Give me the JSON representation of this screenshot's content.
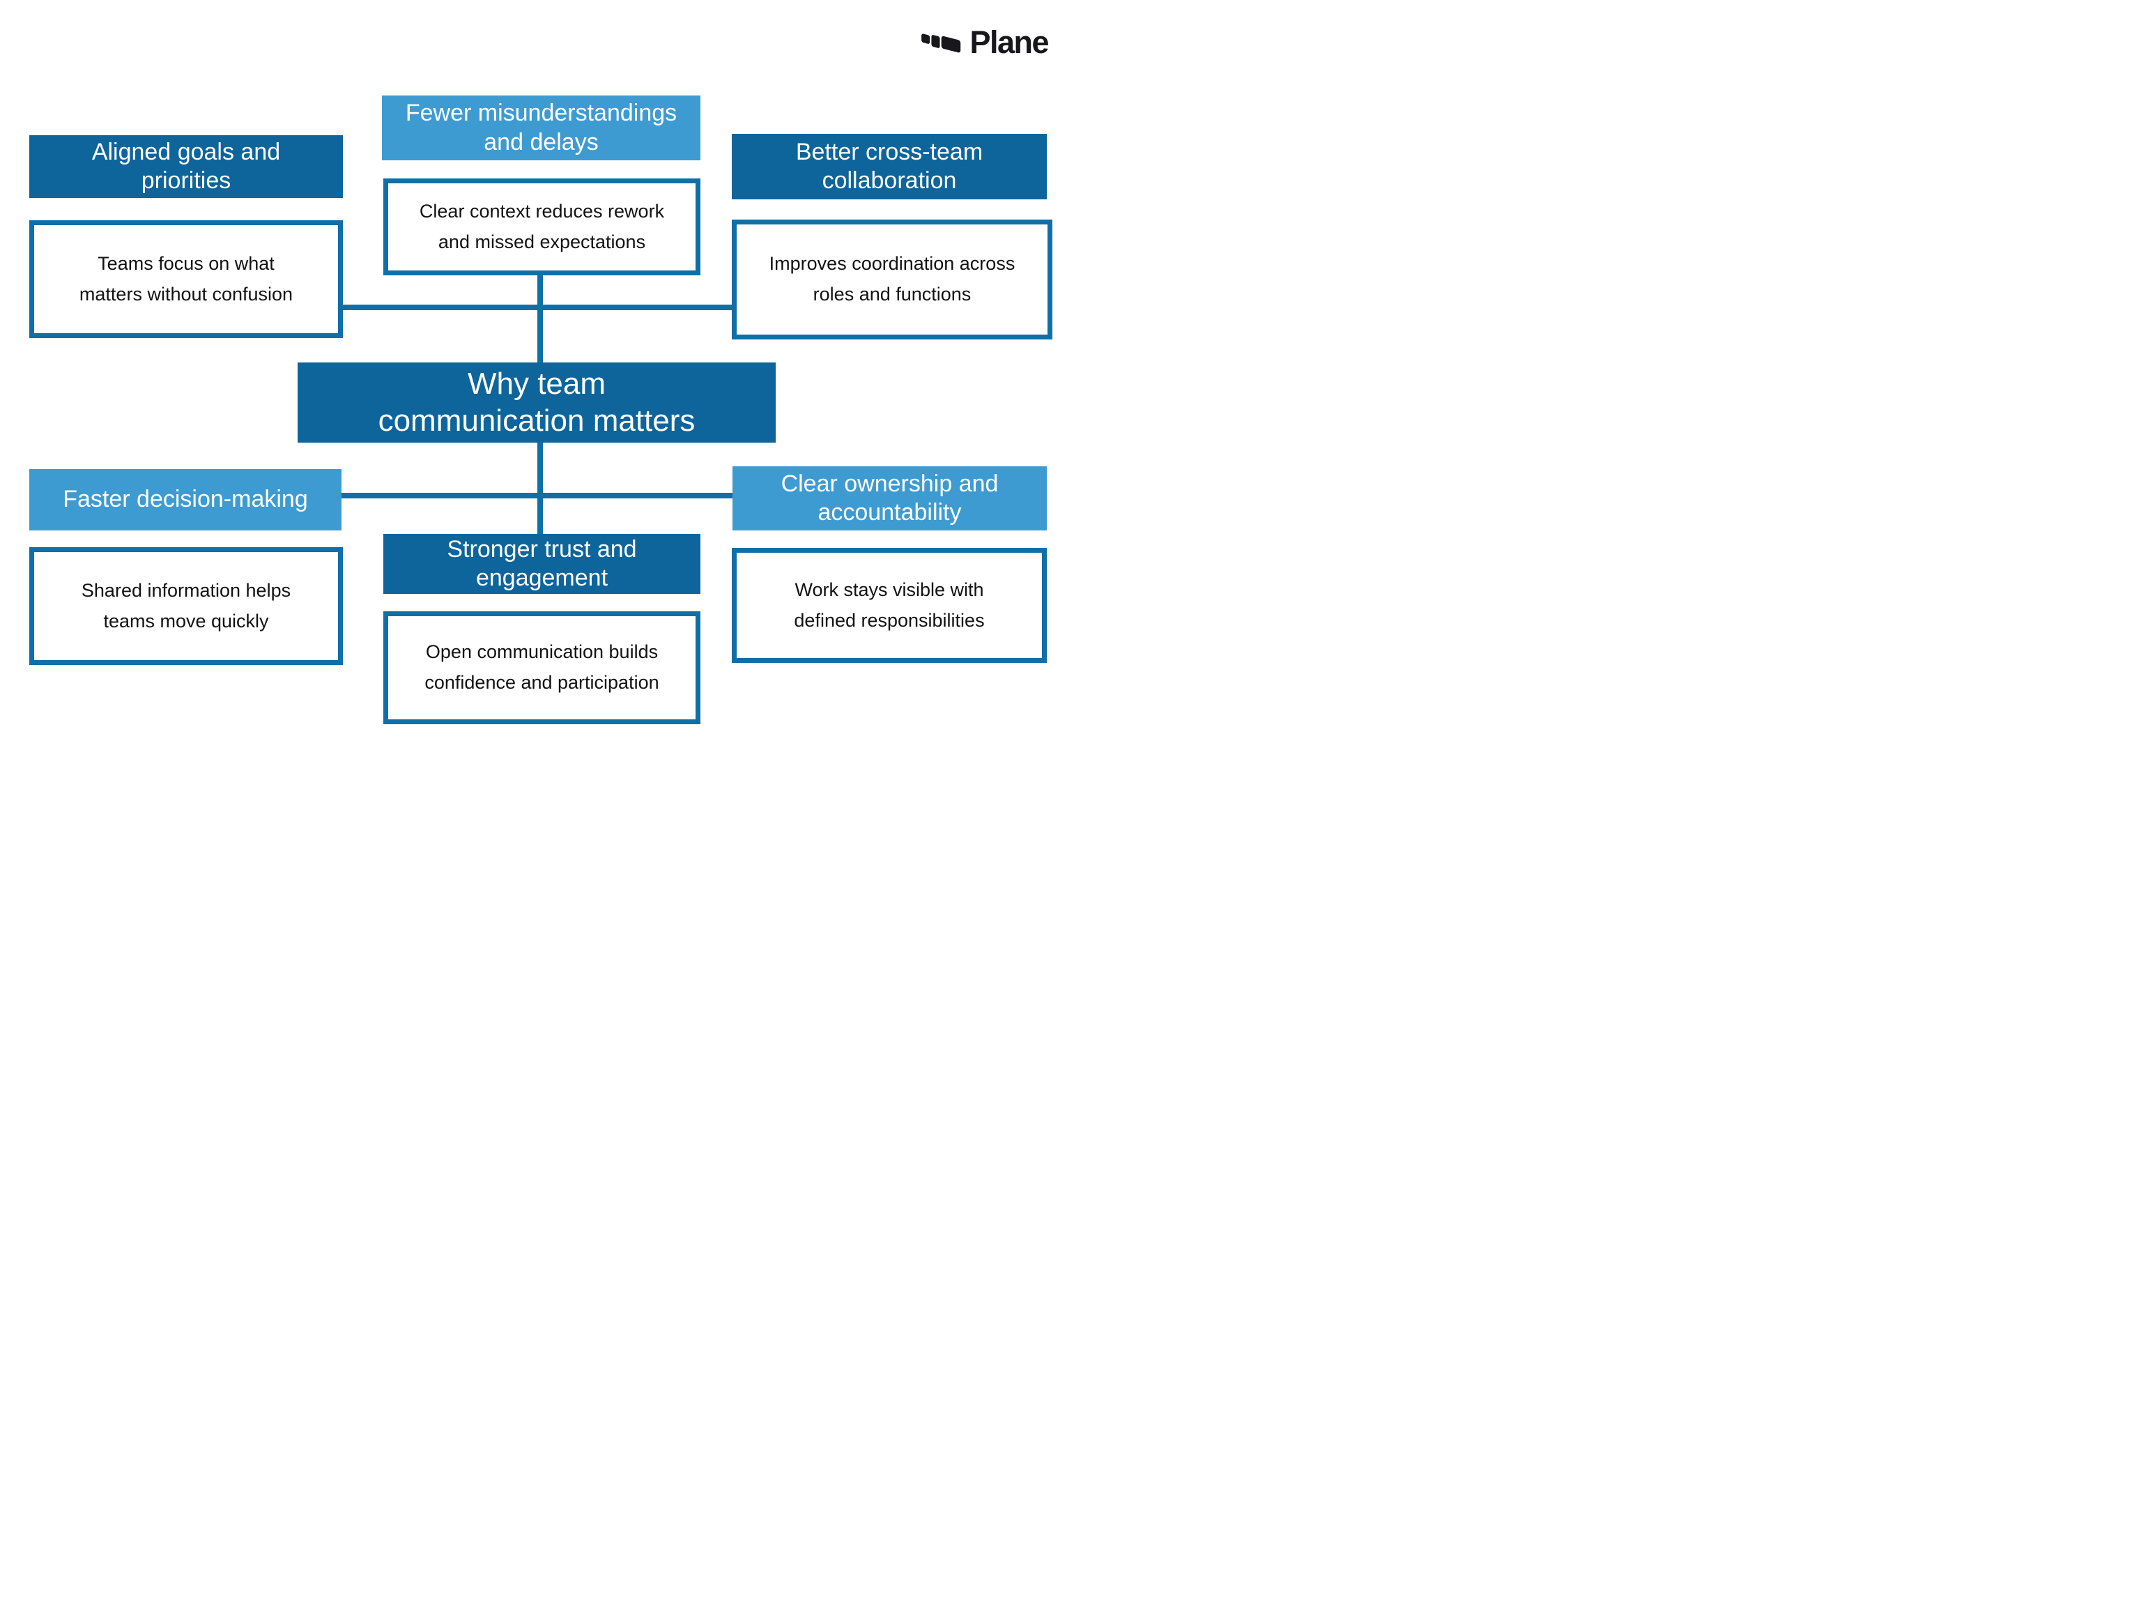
{
  "logo": {
    "brand": "Plane"
  },
  "center_node": {
    "title": "Why team communication matters"
  },
  "branches": [
    {
      "position": "top-left",
      "tone": "dark",
      "title": "Aligned goals and priorities",
      "description": "Teams focus on what matters without confusion"
    },
    {
      "position": "top-center",
      "tone": "light",
      "title": "Fewer misunderstandings and delays",
      "description": "Clear context reduces rework and missed expectations"
    },
    {
      "position": "top-right",
      "tone": "dark",
      "title": "Better cross-team collaboration",
      "description": "Improves coordination across roles and functions"
    },
    {
      "position": "bottom-left",
      "tone": "light",
      "title": "Faster decision-making",
      "description": "Shared information helps teams move quickly"
    },
    {
      "position": "bottom-center",
      "tone": "dark",
      "title": "Stronger trust and engagement",
      "description": "Open communication builds confidence and participation"
    },
    {
      "position": "bottom-right",
      "tone": "light",
      "title": "Clear ownership and accountability",
      "description": "Work stays visible with defined responsibilities"
    }
  ],
  "colors": {
    "dark_blue": "#0d659c",
    "light_blue": "#3d9bd1",
    "line_blue": "#0f6fa8",
    "text_dark": "#121212",
    "logo_black": "#17171c",
    "background": "#ffffff"
  }
}
